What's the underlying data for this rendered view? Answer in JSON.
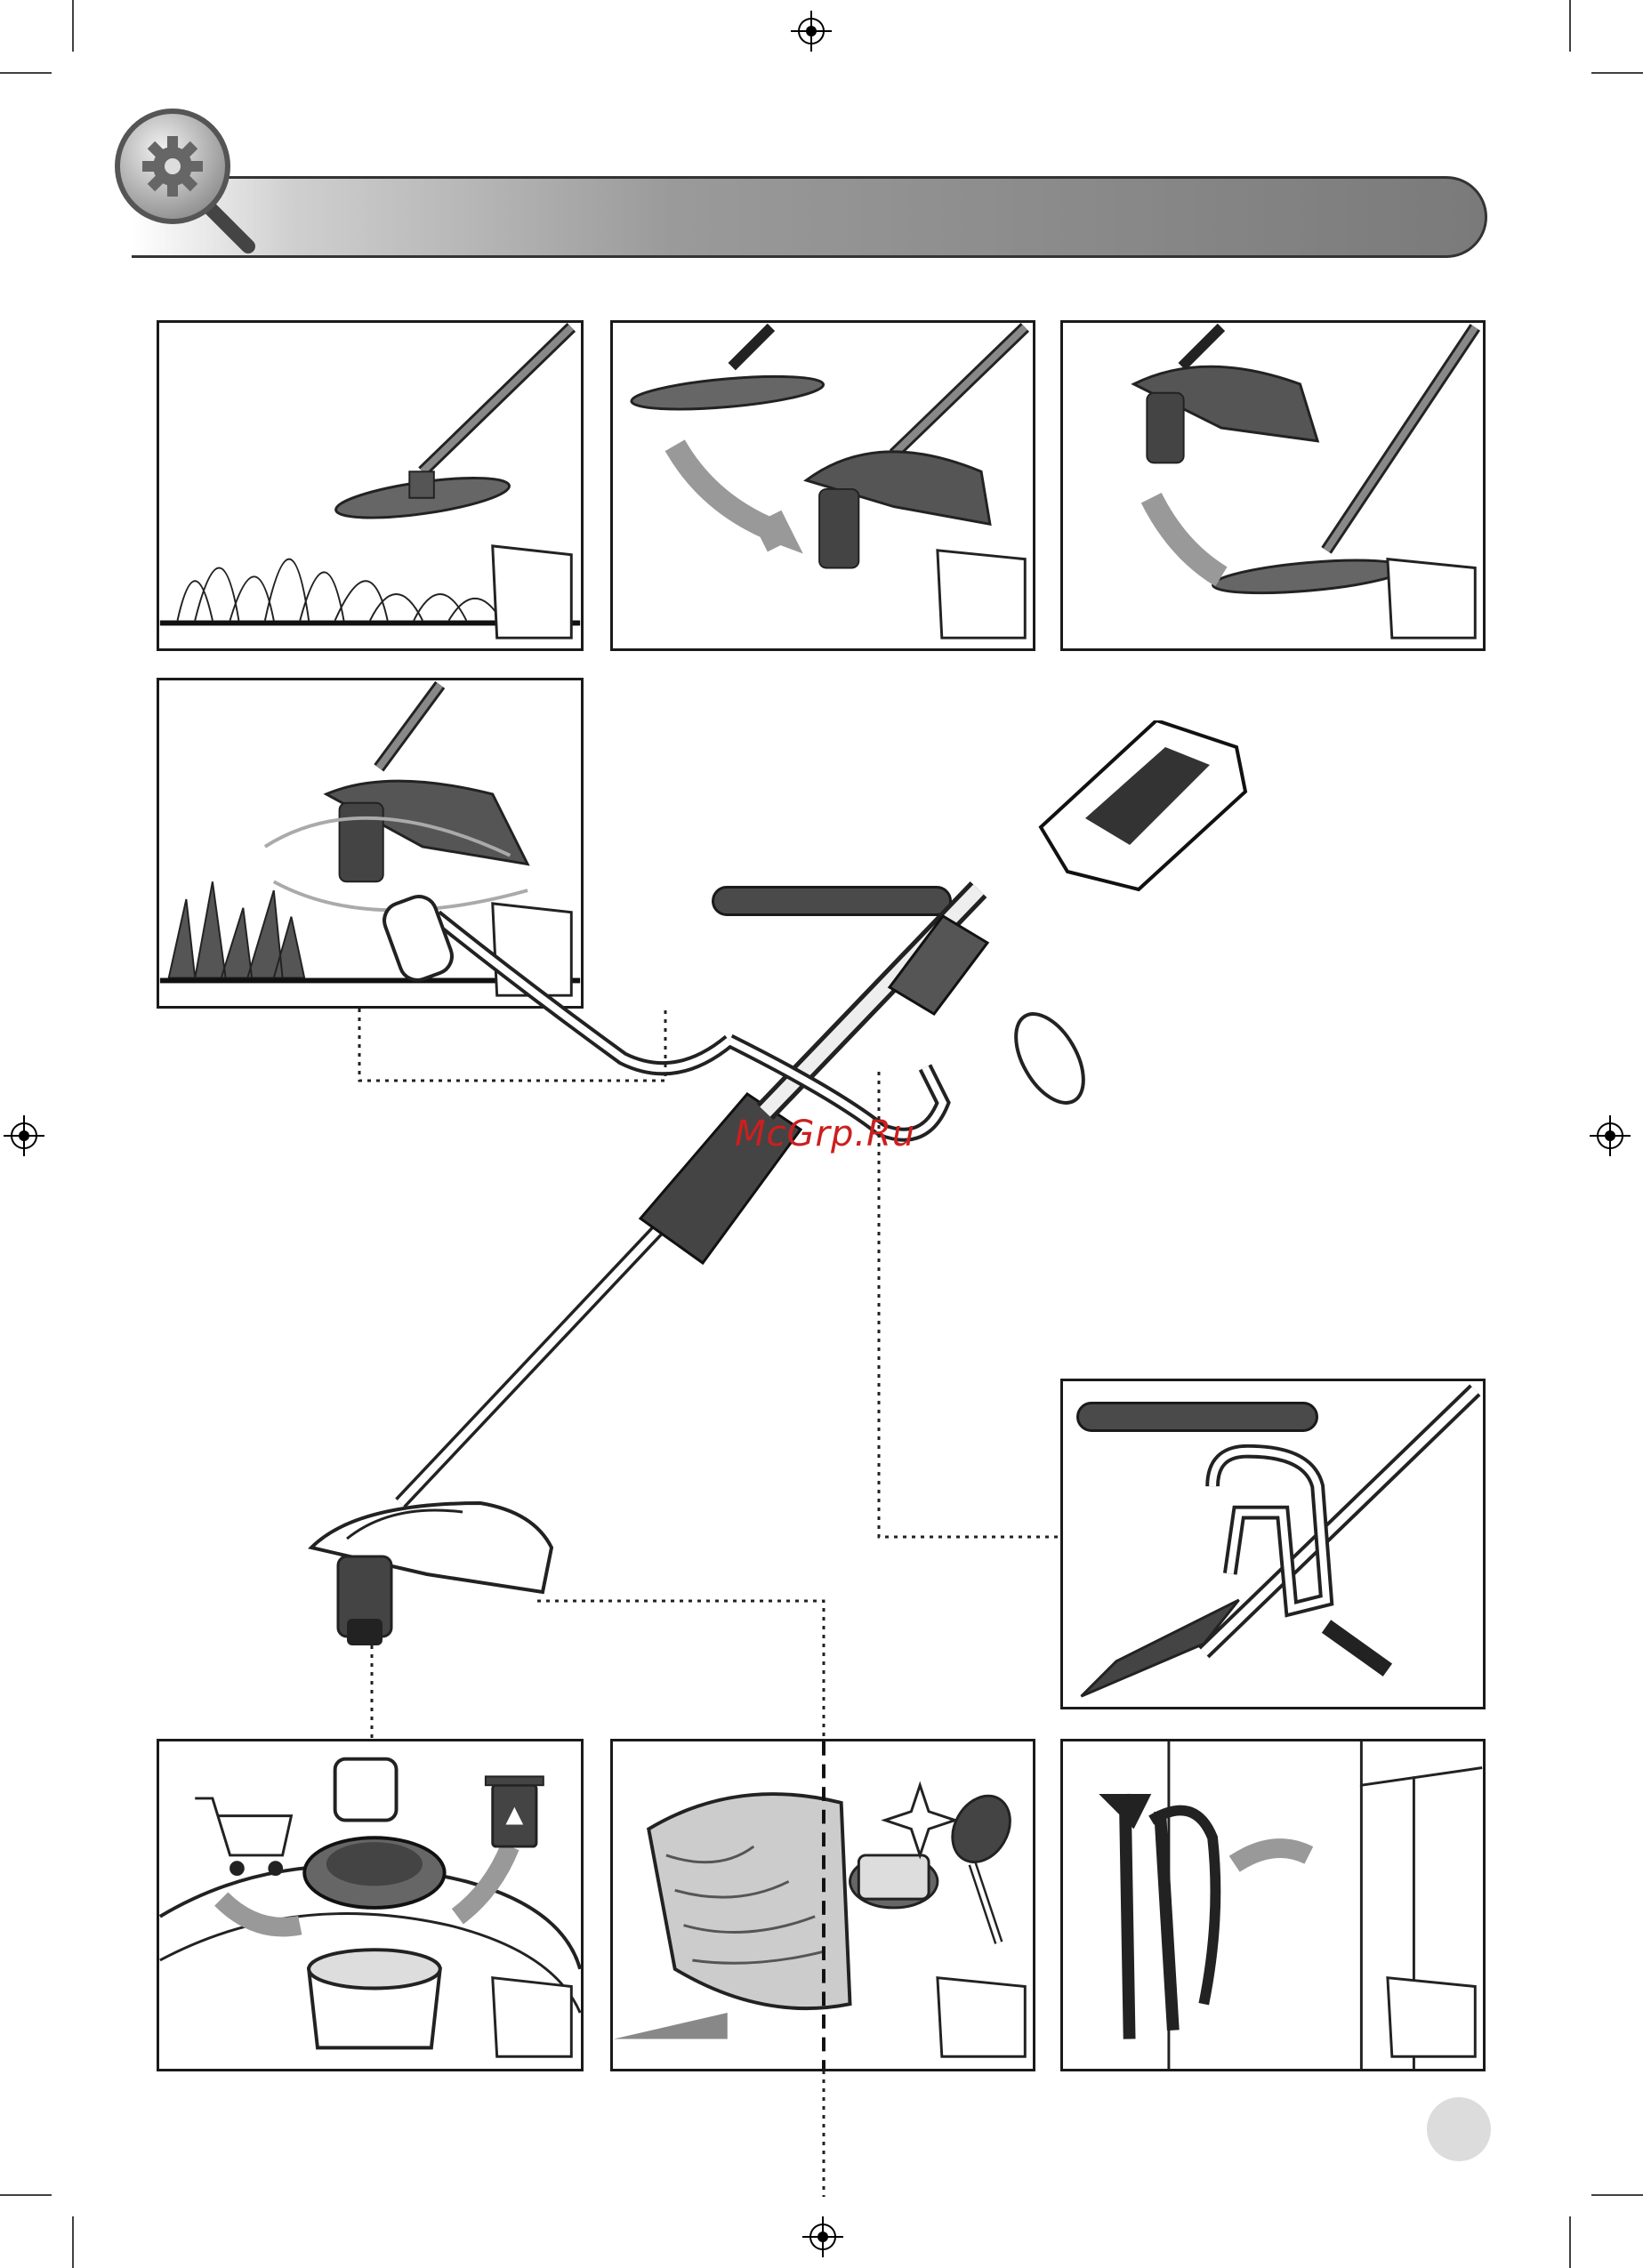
{
  "watermark": {
    "text": "McGrp.Ru",
    "color": "#cc1f1f"
  },
  "header": {
    "icon": "gear-magnifier-icon",
    "title": ""
  },
  "labels": {
    "trimmer_label": "",
    "handle_label": ""
  },
  "panels": [
    {
      "id": "blade-cutting-shrubs",
      "icon": "manual-page-icon"
    },
    {
      "id": "blade-to-guard",
      "icon": "manual-page-icon"
    },
    {
      "id": "guard-to-blade",
      "icon": "manual-page-icon"
    },
    {
      "id": "line-cutting-grass",
      "icon": "manual-page-icon"
    },
    {
      "id": "spool-replacement",
      "icon": "recycle-bin-icon"
    },
    {
      "id": "guard-cleaning",
      "icon": "brush-icon"
    },
    {
      "id": "wall-storage",
      "icon": "manual-page-icon"
    },
    {
      "id": "handle-assembly-detail",
      "icon": "handle-icon"
    }
  ],
  "colors": {
    "border": "#1a1a1a",
    "header_dark": "#7a7a7a",
    "label_bg": "#4a4a4a"
  }
}
